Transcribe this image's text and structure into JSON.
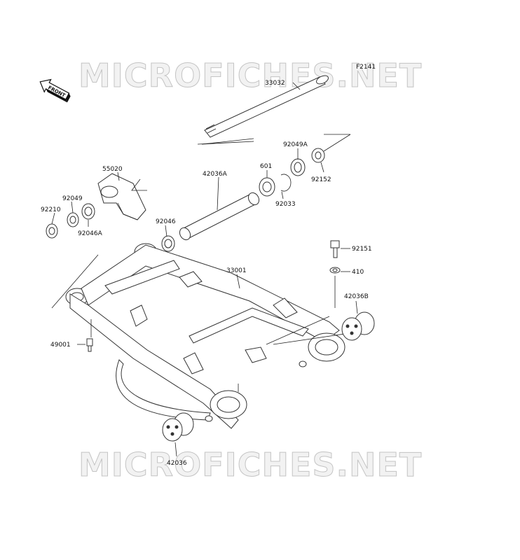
{
  "diagram": {
    "figure_code": "F2141",
    "front_badge": "FRONT",
    "watermark_top": "MICROFICHES.NET",
    "watermark_bottom": "MICROFICHES.NET",
    "part_numbers": {
      "p33032": "33032",
      "p92049A": "92049A",
      "p601": "601",
      "p92152": "92152",
      "p92033": "92033",
      "p55020": "55020",
      "p42036A": "42036A",
      "p92049": "92049",
      "p92210": "92210",
      "p92046A": "92046A",
      "p92046": "92046",
      "p92151": "92151",
      "p410": "410",
      "p33001": "33001",
      "p42036B": "42036B",
      "p49001": "49001",
      "p42036": "42036"
    }
  }
}
